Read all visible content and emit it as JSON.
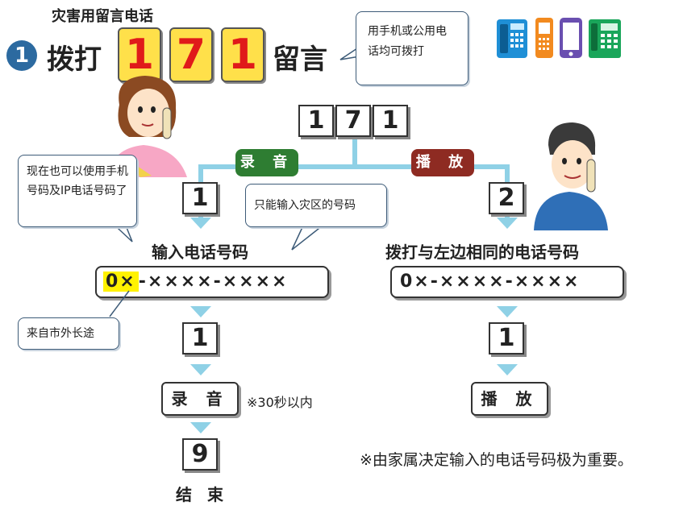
{
  "header": {
    "title": "灾害用留言电话",
    "step_number": "1",
    "dial_label": "拨打",
    "digits": [
      "1",
      "7",
      "1"
    ],
    "message_label": "留言",
    "phones_callout": "用手机或公用电话均可拨打"
  },
  "flow": {
    "top_keys": [
      "1",
      "7",
      "1"
    ],
    "record_pill": "录 音",
    "play_pill": "播 放",
    "left_key": "1",
    "right_key": "2",
    "mobile_callout": "现在也可以使用手机号码及IP电话号码了",
    "disaster_callout": "只能输入灾区的号码",
    "left_heading": "输入电话号码",
    "right_heading": "拨打与左边相同的电话号码",
    "left_number_prefix": "0×",
    "left_number_rest": "-××××-××××",
    "right_number": "0×-××××-××××",
    "area_code_callout": "来自市外长途",
    "left_second_key": "1",
    "right_second_key": "1",
    "record_box": "录 音",
    "record_note": "※30秒以内",
    "play_box": "播 放",
    "end_key": "9",
    "end_label": "结 束",
    "footnote": "※由家属决定输入的电话号码极为重要。"
  },
  "colors": {
    "record_pill": "#2e7d32",
    "play_pill": "#8e2b22",
    "flow_line": "#8fd1e6",
    "digit_bg": "#ffe04a",
    "digit_fg": "#e01a1a",
    "badge": "#2c6aa0",
    "highlight": "#fff200"
  },
  "icons": [
    "desk-phone-icon",
    "mobile-phone-icon",
    "smartphone-icon",
    "public-phone-icon"
  ]
}
